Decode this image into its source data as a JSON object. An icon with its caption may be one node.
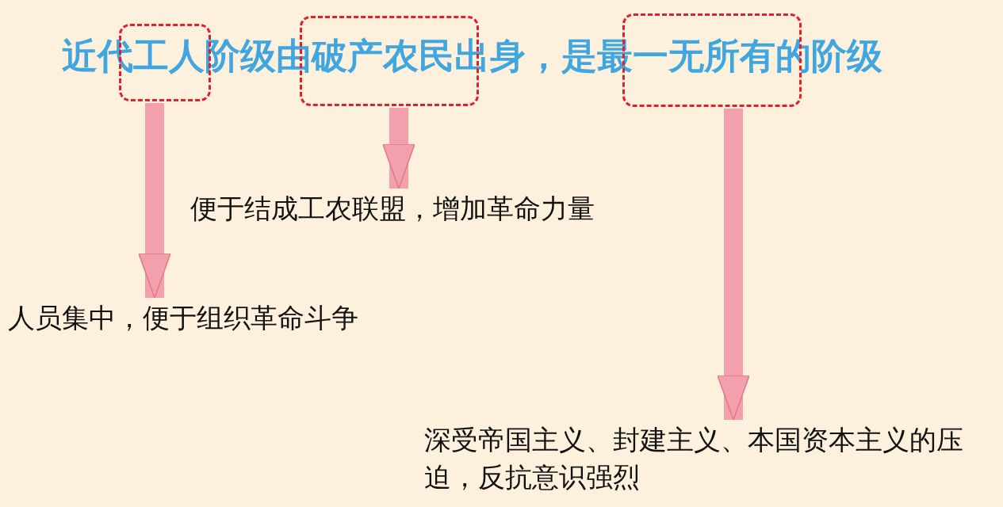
{
  "diagram": {
    "title": "近代工人阶级由破产农民出身，是最一无所有的阶级",
    "nodes": [
      {
        "text": [],
        "shape": "box"
      },
      {
        "text": [],
        "shape": "box"
      },
      {
        "text": [],
        "shape": "box"
      },
      {
        "text": [
          "人员集中，便于组织革命斗争"
        ]
      },
      {
        "text": [
          "便于结成工农联盟，增加革命力量"
        ]
      },
      {
        "text": [
          "深受帝国主义、封建主义、本国资本主义的压迫，反抗意识强烈"
        ]
      }
    ],
    "edges": [
      {
        "from": 0,
        "to": 3,
        "arrow": "to"
      },
      {
        "from": 1,
        "to": 4,
        "arrow": "to"
      },
      {
        "from": 2,
        "to": 5,
        "arrow": "to"
      }
    ]
  }
}
